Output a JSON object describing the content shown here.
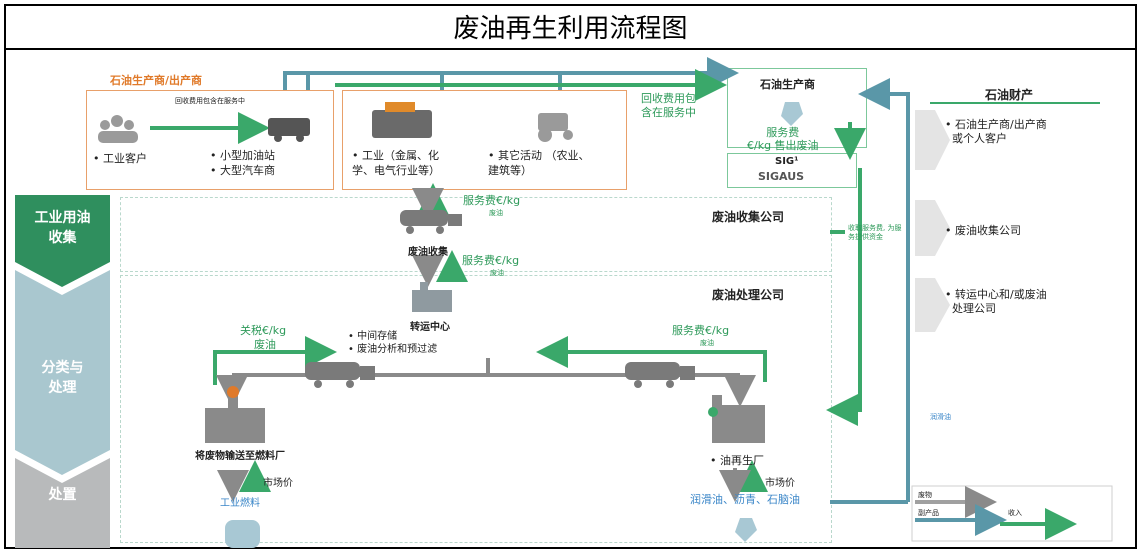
{
  "title": "废油再生利用流程图",
  "left_stages": [
    "工业用油\n收集",
    "分类与\n处理",
    "处置"
  ],
  "producers_section": {
    "label": "石油生产商/出产商",
    "note": "回收费用包含在服务中",
    "industrial_clients": "• 工业客户",
    "stations": "• 小型加油站\n• 大型汽车商",
    "industry": "• 工业（金属、化\n学、电气行业等）",
    "other_activities": "• 其它活动 （农业、\n建筑等）"
  },
  "recovery_note": "回收费用包\n含在服务中",
  "oil_producer": "石油生产商",
  "service_fee_sell": "服务费\n€/kg 售出废油",
  "sig": {
    "line1": "SIG¹",
    "line2": "SIGAUS"
  },
  "service_fee_1": {
    "main": "服务费€/kg",
    "sub": "废油"
  },
  "collection_company": "废油收集公司",
  "oil_collection": "废油收集",
  "service_fee_2": {
    "main": "服务费€/kg",
    "sub": "废油"
  },
  "processing_company": "废油处理公司",
  "transfer_center": "转运中心",
  "transfer_items": "• 中间存储\n• 废油分析和预过滤",
  "tariff": {
    "main": "关税€/kg",
    "sub": "废油"
  },
  "service_fee_3": {
    "main": "服务费€/kg",
    "sub": "废油"
  },
  "fuel_plant": "将废物输送至燃料厂",
  "market_price_1": "市场价",
  "industrial_fuel": "工业燃料",
  "refinery": "•   油再生厂",
  "market_price_2": "市场价",
  "refinery_products": "润滑油、沥青、石脑油",
  "side_note": "收取服务费, 为服\n务提供资金",
  "right_panel": {
    "header": "石油财产",
    "items": [
      "• 石油生产商/出产商\n  或个人客户",
      "• 废油收集公司",
      "• 转运中心和/或废油\n  处理公司"
    ],
    "lube_note": "润滑油"
  },
  "legend": {
    "waste": "废物",
    "byproduct": "副产品",
    "income": "收入"
  },
  "colors": {
    "green": "#2e9a5a",
    "orange": "#e07a2a",
    "teal": "#5a97a8",
    "gray": "#8a8a8a",
    "blue": "#3a86c8"
  }
}
